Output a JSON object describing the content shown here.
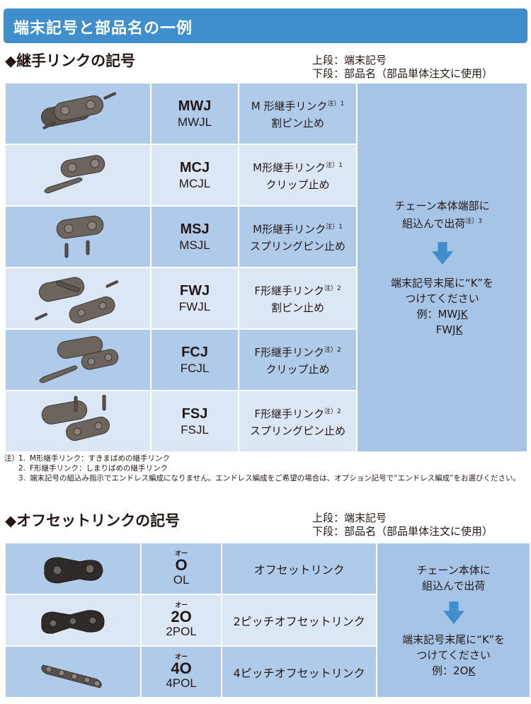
{
  "banner": {
    "title": "端末記号と部品名の一例"
  },
  "joint": {
    "title": "◆継手リンクの記号",
    "legend_top": "上段：端末記号",
    "legend_bottom": "下段：部品名（部品単体注文に使用）",
    "rows": [
      {
        "code": "MWJ",
        "part": "MWJL",
        "name1": "M 形継手リンク",
        "sup": "注）1",
        "name2": "割ピン止め"
      },
      {
        "code": "MCJ",
        "part": "MCJL",
        "name1": "M形継手リンク",
        "sup": "注）1",
        "name2": "クリップ止め"
      },
      {
        "code": "MSJ",
        "part": "MSJL",
        "name1": "M形継手リンク",
        "sup": "注）1",
        "name2": "スプリングピン止め"
      },
      {
        "code": "FWJ",
        "part": "FWJL",
        "name1": "F形継手リンク",
        "sup": "注）2",
        "name2": "割ピン止め"
      },
      {
        "code": "FCJ",
        "part": "FCJL",
        "name1": "F形継手リンク",
        "sup": "注）2",
        "name2": "クリップ止め"
      },
      {
        "code": "FSJ",
        "part": "FSJL",
        "name1": "F形継手リンク",
        "sup": "注）2",
        "name2": "スプリングピン止め"
      }
    ],
    "note": {
      "line1": "チェーン本体端部に",
      "line2": "組込んで出荷",
      "sup": "注）3",
      "line3": "端末記号末尾に“K”を",
      "line4": "つけてください",
      "ex_label": "例：",
      "ex1_base": "MWJ",
      "ex1_k": "K",
      "ex2_base": "FWJ",
      "ex2_k": "K"
    }
  },
  "footnotes": {
    "marker": "注）",
    "items": [
      {
        "no": "1.",
        "text": "M形継手リンク：すきまばめの継手リンク"
      },
      {
        "no": "2.",
        "text": "F形継手リンク：しまりばめの継手リンク"
      },
      {
        "no": "3.",
        "text": "端末記号の組込み指示でエンドレス編成になりません。エンドレス編成をご希望の場合は、オプション記号で“エンドレス編成”をお選びください。"
      }
    ]
  },
  "offset": {
    "title": "◆オフセットリンクの記号",
    "legend_top": "上段：端末記号",
    "legend_bottom": "下段：部品名（部品単体注文に使用）",
    "rows": [
      {
        "kana": "オー",
        "code": "O",
        "part": "OL",
        "name": "オフセットリンク"
      },
      {
        "kana": "オー",
        "code": "2O",
        "part": "2POL",
        "name": "2ピッチオフセットリンク"
      },
      {
        "kana": "オー",
        "code": "4O",
        "part": "4POL",
        "name": "4ピッチオフセットリンク"
      }
    ],
    "note": {
      "line1": "チェーン本体に",
      "line2": "組込んで出荷",
      "line3": "端末記号末尾に“K”を",
      "line4": "つけてください",
      "ex_label": "例：",
      "ex_base": "2O",
      "ex_k": "K"
    }
  },
  "colors": {
    "banner": "#3f8fcf",
    "row_dark": "#b0cbe9",
    "row_light": "#dbe7f5",
    "note_bg": "#a6c4e6",
    "arrow": "#3f8fcf",
    "part": "#58524c"
  }
}
